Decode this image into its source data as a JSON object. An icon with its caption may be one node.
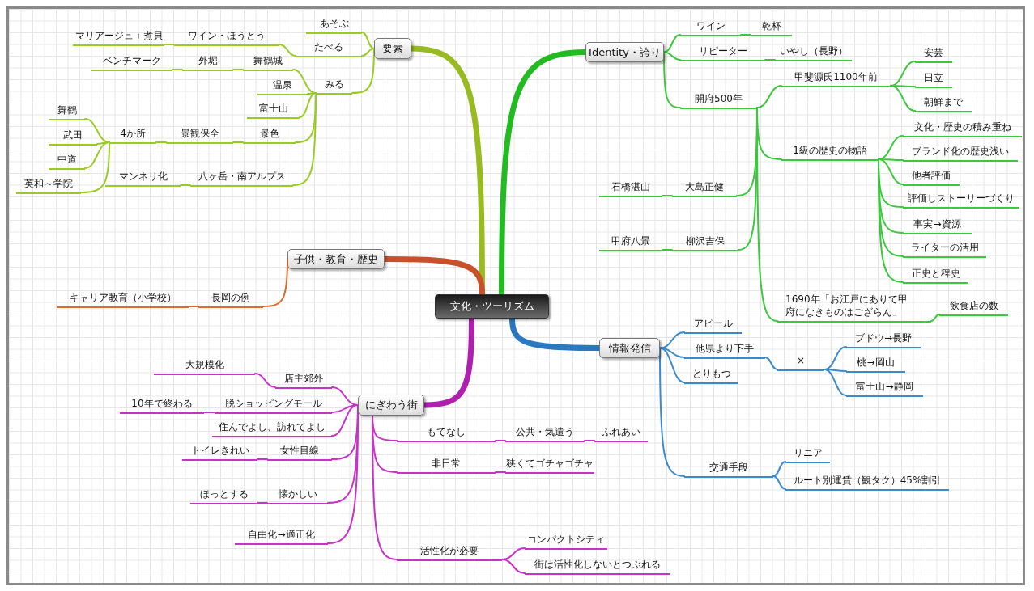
{
  "diagram": {
    "nodes": [
      {
        "text": [
          "文化・ツーリズム"
        ]
      },
      {
        "text": [
          "要素"
        ]
      },
      {
        "text": [
          "あそぶ"
        ]
      },
      {
        "text": [
          "たべる"
        ]
      },
      {
        "text": [
          "ワイン・ほうとう"
        ]
      },
      {
        "text": [
          "マリアージュ＋煮貝"
        ]
      },
      {
        "text": [
          "みる"
        ]
      },
      {
        "text": [
          "舞鶴城"
        ]
      },
      {
        "text": [
          "外堀"
        ]
      },
      {
        "text": [
          "ベンチマーク"
        ]
      },
      {
        "text": [
          "温泉"
        ]
      },
      {
        "text": [
          "富士山"
        ]
      },
      {
        "text": [
          "景色"
        ]
      },
      {
        "text": [
          "景観保全"
        ]
      },
      {
        "text": [
          "4か所"
        ]
      },
      {
        "text": [
          "舞鶴"
        ]
      },
      {
        "text": [
          "武田"
        ]
      },
      {
        "text": [
          "中道"
        ]
      },
      {
        "text": [
          "英和～学院"
        ]
      },
      {
        "text": [
          "八ヶ岳・南アルプス"
        ]
      },
      {
        "text": [
          "マンネリ化"
        ]
      },
      {
        "text": [
          "子供・教育・歴史"
        ]
      },
      {
        "text": [
          "長岡の例"
        ]
      },
      {
        "text": [
          "キャリア教育（小学校）"
        ]
      },
      {
        "text": [
          "にぎわう街"
        ]
      },
      {
        "text": [
          "店主郊外"
        ]
      },
      {
        "text": [
          "大規模化"
        ]
      },
      {
        "text": [
          "脱ショッピングモール"
        ]
      },
      {
        "text": [
          "10年で終わる"
        ]
      },
      {
        "text": [
          "住んでよし、訪れてよし"
        ]
      },
      {
        "text": [
          "女性目線"
        ]
      },
      {
        "text": [
          "トイレきれい"
        ]
      },
      {
        "text": [
          "懐かしい"
        ]
      },
      {
        "text": [
          "ほっとする"
        ]
      },
      {
        "text": [
          "自由化→適正化"
        ]
      },
      {
        "text": [
          "もてなし"
        ]
      },
      {
        "text": [
          "公共・気遣う"
        ]
      },
      {
        "text": [
          "ふれあい"
        ]
      },
      {
        "text": [
          "非日常"
        ]
      },
      {
        "text": [
          "狭くてゴチャゴチャ"
        ]
      },
      {
        "text": [
          "活性化が必要"
        ]
      },
      {
        "text": [
          "コンパクトシティ"
        ]
      },
      {
        "text": [
          "街は活性化しないとつぶれる"
        ]
      },
      {
        "text": [
          "Identity・誇り"
        ]
      },
      {
        "text": [
          "ワイン"
        ]
      },
      {
        "text": [
          "乾杯"
        ]
      },
      {
        "text": [
          "リピーター"
        ]
      },
      {
        "text": [
          "いやし（長野）"
        ]
      },
      {
        "text": [
          "開府500年"
        ]
      },
      {
        "text": [
          "甲斐源氏1100年前"
        ]
      },
      {
        "text": [
          "安芸"
        ]
      },
      {
        "text": [
          "日立"
        ]
      },
      {
        "text": [
          "朝鮮まで"
        ]
      },
      {
        "text": [
          "1級の歴史の物語"
        ]
      },
      {
        "text": [
          "文化・歴史の積み重ね"
        ]
      },
      {
        "text": [
          "ブランド化の歴史浅い"
        ]
      },
      {
        "text": [
          "他者評価"
        ]
      },
      {
        "text": [
          "評価しストーリーづくり"
        ]
      },
      {
        "text": [
          "事実→資源"
        ]
      },
      {
        "text": [
          "ライターの活用"
        ]
      },
      {
        "text": [
          "正史と稗史"
        ]
      },
      {
        "text": [
          "大島正健"
        ]
      },
      {
        "text": [
          "石橋湛山"
        ]
      },
      {
        "text": [
          "柳沢吉保"
        ]
      },
      {
        "text": [
          "甲府八景"
        ]
      },
      {
        "text": [
          "1690年「お江戸にありて甲府になきものはござらん」"
        ]
      },
      {
        "text": [
          "飲食店の数"
        ]
      },
      {
        "text": [
          "情報発信"
        ]
      },
      {
        "text": [
          "アピール"
        ]
      },
      {
        "text": [
          "他県より下手"
        ]
      },
      {
        "text": [
          "×"
        ]
      },
      {
        "text": [
          "ブドウ→長野"
        ]
      },
      {
        "text": [
          "桃→岡山"
        ]
      },
      {
        "text": [
          "富士山→静岡"
        ]
      },
      {
        "text": [
          "とりもつ"
        ]
      },
      {
        "text": [
          "交通手段"
        ]
      },
      {
        "text": [
          "リニア"
        ]
      },
      {
        "text": [
          "ルート別運賃（観タク）45%割引"
        ]
      }
    ],
    "edges": [
      {
        "from": 0,
        "to": 1,
        "arrow": "none",
        "style": "thick",
        "color": "#99bb22"
      },
      {
        "from": 0,
        "to": 21,
        "arrow": "none",
        "style": "thick",
        "color": "#c8502a"
      },
      {
        "from": 0,
        "to": 24,
        "arrow": "none",
        "style": "thick",
        "color": "#b020b0"
      },
      {
        "from": 0,
        "to": 43,
        "arrow": "none",
        "style": "thick",
        "color": "#22bb22"
      },
      {
        "from": 0,
        "to": 67,
        "arrow": "none",
        "style": "thick",
        "color": "#2a78c0"
      },
      {
        "from": 1,
        "to": 2,
        "arrow": "none",
        "color": "#99cc22"
      },
      {
        "from": 1,
        "to": 3,
        "arrow": "none",
        "color": "#99cc22"
      },
      {
        "from": 3,
        "to": 4,
        "arrow": "none",
        "color": "#99cc22"
      },
      {
        "from": 4,
        "to": 5,
        "arrow": "none",
        "color": "#99cc22"
      },
      {
        "from": 1,
        "to": 6,
        "arrow": "none",
        "color": "#99cc22"
      },
      {
        "from": 6,
        "to": 7,
        "arrow": "none",
        "color": "#99cc22"
      },
      {
        "from": 7,
        "to": 8,
        "arrow": "none",
        "color": "#99cc22"
      },
      {
        "from": 8,
        "to": 9,
        "arrow": "none",
        "color": "#99cc22"
      },
      {
        "from": 6,
        "to": 10,
        "arrow": "none",
        "color": "#99cc22"
      },
      {
        "from": 6,
        "to": 11,
        "arrow": "none",
        "color": "#99cc22"
      },
      {
        "from": 6,
        "to": 12,
        "arrow": "none",
        "color": "#99cc22"
      },
      {
        "from": 12,
        "to": 13,
        "arrow": "none",
        "color": "#99cc22"
      },
      {
        "from": 13,
        "to": 14,
        "arrow": "none",
        "color": "#99cc22"
      },
      {
        "from": 14,
        "to": 15,
        "arrow": "none",
        "color": "#99cc22"
      },
      {
        "from": 14,
        "to": 16,
        "arrow": "none",
        "color": "#99cc22"
      },
      {
        "from": 14,
        "to": 17,
        "arrow": "none",
        "color": "#99cc22"
      },
      {
        "from": 14,
        "to": 18,
        "arrow": "none",
        "color": "#99cc22"
      },
      {
        "from": 6,
        "to": 19,
        "arrow": "none",
        "color": "#99cc22"
      },
      {
        "from": 19,
        "to": 20,
        "arrow": "none",
        "color": "#99cc22"
      },
      {
        "from": 21,
        "to": 22,
        "arrow": "none",
        "color": "#e06a2c"
      },
      {
        "from": 22,
        "to": 23,
        "arrow": "none",
        "color": "#e06a2c"
      },
      {
        "from": 24,
        "to": 25,
        "arrow": "none",
        "color": "#c832c8"
      },
      {
        "from": 25,
        "to": 26,
        "arrow": "none",
        "color": "#c832c8"
      },
      {
        "from": 24,
        "to": 27,
        "arrow": "none",
        "color": "#c832c8"
      },
      {
        "from": 27,
        "to": 28,
        "arrow": "none",
        "color": "#c832c8"
      },
      {
        "from": 24,
        "to": 29,
        "arrow": "none",
        "color": "#c832c8"
      },
      {
        "from": 24,
        "to": 30,
        "arrow": "none",
        "color": "#c832c8"
      },
      {
        "from": 30,
        "to": 31,
        "arrow": "none",
        "color": "#c832c8"
      },
      {
        "from": 24,
        "to": 32,
        "arrow": "none",
        "color": "#c832c8"
      },
      {
        "from": 32,
        "to": 33,
        "arrow": "none",
        "color": "#c832c8"
      },
      {
        "from": 24,
        "to": 34,
        "arrow": "none",
        "color": "#c832c8"
      },
      {
        "from": 24,
        "to": 35,
        "arrow": "none",
        "color": "#c832c8"
      },
      {
        "from": 35,
        "to": 36,
        "arrow": "none",
        "color": "#c832c8"
      },
      {
        "from": 36,
        "to": 37,
        "arrow": "none",
        "color": "#c832c8"
      },
      {
        "from": 24,
        "to": 38,
        "arrow": "none",
        "color": "#c832c8"
      },
      {
        "from": 38,
        "to": 39,
        "arrow": "none",
        "color": "#c832c8"
      },
      {
        "from": 24,
        "to": 40,
        "arrow": "none",
        "color": "#c832c8"
      },
      {
        "from": 40,
        "to": 41,
        "arrow": "none",
        "color": "#c832c8"
      },
      {
        "from": 40,
        "to": 42,
        "arrow": "none",
        "color": "#c832c8"
      },
      {
        "from": 43,
        "to": 44,
        "arrow": "none",
        "color": "#3cc83c"
      },
      {
        "from": 44,
        "to": 45,
        "arrow": "none",
        "color": "#3cc83c"
      },
      {
        "from": 43,
        "to": 46,
        "arrow": "none",
        "color": "#3cc83c"
      },
      {
        "from": 46,
        "to": 47,
        "arrow": "none",
        "color": "#3cc83c"
      },
      {
        "from": 43,
        "to": 48,
        "arrow": "none",
        "color": "#3cc83c"
      },
      {
        "from": 48,
        "to": 49,
        "arrow": "none",
        "color": "#3cc83c"
      },
      {
        "from": 49,
        "to": 50,
        "arrow": "none",
        "color": "#3cc83c"
      },
      {
        "from": 49,
        "to": 51,
        "arrow": "none",
        "color": "#3cc83c"
      },
      {
        "from": 49,
        "to": 52,
        "arrow": "none",
        "color": "#3cc83c"
      },
      {
        "from": 48,
        "to": 53,
        "arrow": "none",
        "color": "#3cc83c"
      },
      {
        "from": 53,
        "to": 54,
        "arrow": "none",
        "color": "#3cc83c"
      },
      {
        "from": 53,
        "to": 55,
        "arrow": "none",
        "color": "#3cc83c"
      },
      {
        "from": 53,
        "to": 56,
        "arrow": "none",
        "color": "#3cc83c"
      },
      {
        "from": 53,
        "to": 57,
        "arrow": "none",
        "color": "#3cc83c"
      },
      {
        "from": 53,
        "to": 58,
        "arrow": "none",
        "color": "#3cc83c"
      },
      {
        "from": 53,
        "to": 59,
        "arrow": "none",
        "color": "#3cc83c"
      },
      {
        "from": 53,
        "to": 60,
        "arrow": "none",
        "color": "#3cc83c"
      },
      {
        "from": 48,
        "to": 61,
        "arrow": "none",
        "color": "#3cc83c"
      },
      {
        "from": 61,
        "to": 62,
        "arrow": "none",
        "color": "#3cc83c"
      },
      {
        "from": 48,
        "to": 63,
        "arrow": "none",
        "color": "#3cc83c"
      },
      {
        "from": 63,
        "to": 64,
        "arrow": "none",
        "color": "#3cc83c"
      },
      {
        "from": 48,
        "to": 65,
        "arrow": "none",
        "color": "#3cc83c"
      },
      {
        "from": 65,
        "to": 66,
        "arrow": "none",
        "color": "#3cc83c"
      },
      {
        "from": 67,
        "to": 68,
        "arrow": "none",
        "color": "#3a8acd"
      },
      {
        "from": 67,
        "to": 69,
        "arrow": "none",
        "color": "#3a8acd"
      },
      {
        "from": 69,
        "to": 70,
        "arrow": "none",
        "color": "#3a8acd"
      },
      {
        "from": 70,
        "to": 71,
        "arrow": "none",
        "color": "#3a8acd"
      },
      {
        "from": 70,
        "to": 72,
        "arrow": "none",
        "color": "#3a8acd"
      },
      {
        "from": 70,
        "to": 73,
        "arrow": "none",
        "color": "#3a8acd"
      },
      {
        "from": 67,
        "to": 74,
        "arrow": "none",
        "color": "#3a8acd"
      },
      {
        "from": 67,
        "to": 75,
        "arrow": "none",
        "color": "#3a8acd"
      },
      {
        "from": 75,
        "to": 76,
        "arrow": "none",
        "color": "#3a8acd"
      },
      {
        "from": 75,
        "to": 77,
        "arrow": "none",
        "color": "#3a8acd"
      }
    ]
  }
}
